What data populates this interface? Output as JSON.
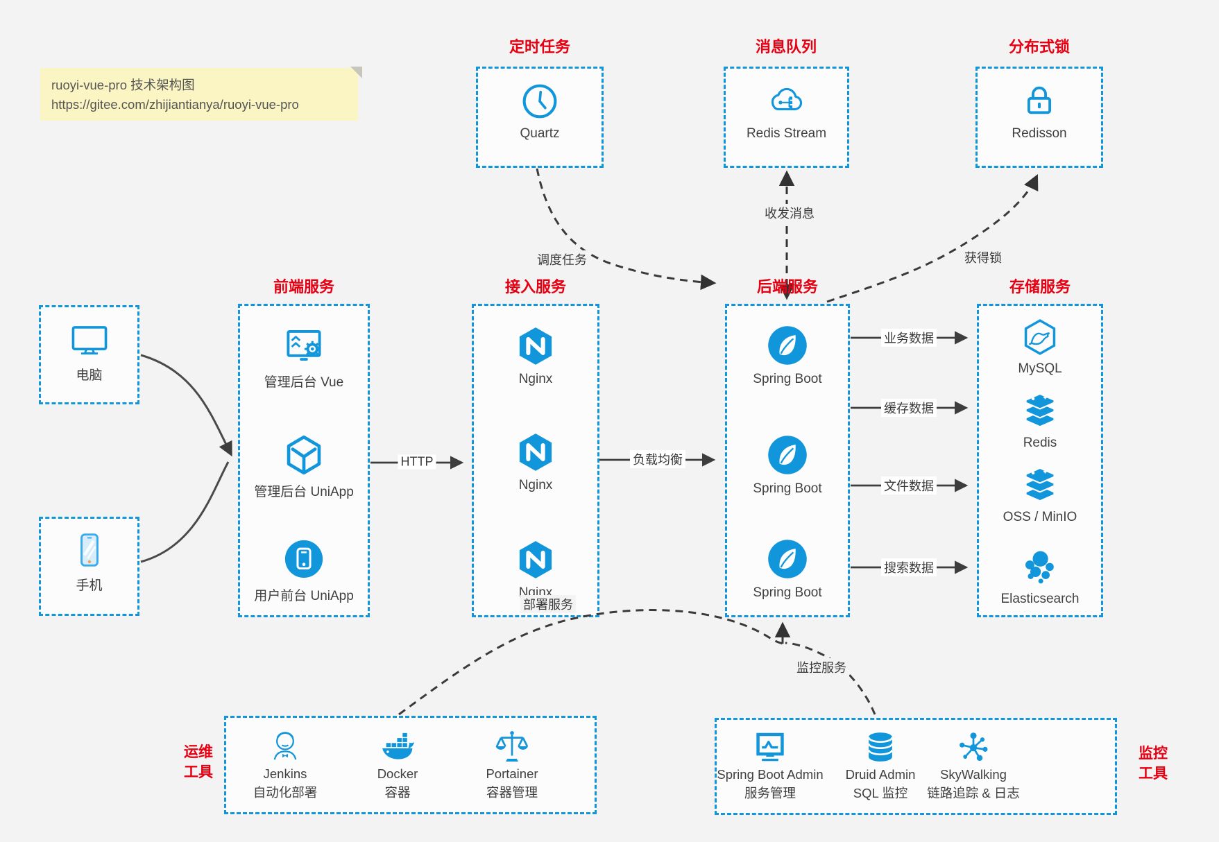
{
  "note": {
    "line1": "ruoyi-vue-pro 技术架构图",
    "line2": "https://gitee.com/zhijiantianya/ruoyi-vue-pro"
  },
  "colors": {
    "accent_blue": "#1296db",
    "title_red": "#e60012",
    "arrow_dark": "#3d3d3d",
    "note_yellow": "#faf5c2",
    "page_bg": "#f3f3f4"
  },
  "top_groups": [
    {
      "title": "定时任务",
      "item": {
        "icon": "clock-icon",
        "label": "Quartz"
      }
    },
    {
      "title": "消息队列",
      "item": {
        "icon": "message-cloud-icon",
        "label": "Redis Stream"
      }
    },
    {
      "title": "分布式锁",
      "item": {
        "icon": "padlock-icon",
        "label": "Redisson"
      }
    }
  ],
  "devices": [
    {
      "icon": "computer-icon",
      "label": "电脑"
    },
    {
      "icon": "phone-icon",
      "label": "手机"
    }
  ],
  "columns": [
    {
      "title": "前端服务",
      "items": [
        {
          "icon": "admin-vue-icon",
          "label": "管理后台 Vue"
        },
        {
          "icon": "uniapp-cube-icon",
          "label": "管理后台 UniApp"
        },
        {
          "icon": "user-uniapp-icon",
          "label": "用户前台 UniApp"
        }
      ]
    },
    {
      "title": "接入服务",
      "items": [
        {
          "icon": "nginx-icon",
          "label": "Nginx"
        },
        {
          "icon": "nginx-icon",
          "label": "Nginx"
        },
        {
          "icon": "nginx-icon",
          "label": "Nginx"
        }
      ]
    },
    {
      "title": "后端服务",
      "items": [
        {
          "icon": "spring-boot-icon",
          "label": "Spring Boot"
        },
        {
          "icon": "spring-boot-icon",
          "label": "Spring Boot"
        },
        {
          "icon": "spring-boot-icon",
          "label": "Spring Boot"
        }
      ]
    },
    {
      "title": "存储服务",
      "items": [
        {
          "icon": "mysql-icon",
          "label": "MySQL"
        },
        {
          "icon": "redis-icon",
          "label": "Redis"
        },
        {
          "icon": "oss-minio-icon",
          "label": "OSS / MinIO"
        },
        {
          "icon": "elasticsearch-icon",
          "label": "Elasticsearch"
        }
      ]
    }
  ],
  "bottom_groups": [
    {
      "side_title": {
        "line1": "运维",
        "line2": "工具"
      },
      "items": [
        {
          "icon": "jenkins-icon",
          "label": "Jenkins",
          "sublabel": "自动化部署"
        },
        {
          "icon": "docker-icon",
          "label": "Docker",
          "sublabel": "容器"
        },
        {
          "icon": "portainer-icon",
          "label": "Portainer",
          "sublabel": "容器管理"
        }
      ]
    },
    {
      "side_title": {
        "line1": "监控",
        "line2": "工具"
      },
      "items": [
        {
          "icon": "spring-boot-admin-icon",
          "label": "Spring Boot Admin",
          "sublabel": "服务管理"
        },
        {
          "icon": "druid-icon",
          "label": "Druid Admin",
          "sublabel": "SQL 监控"
        },
        {
          "icon": "skywalking-icon",
          "label": "SkyWalking",
          "sublabel": "链路追踪 & 日志"
        }
      ]
    }
  ],
  "edges": {
    "http": "HTTP",
    "load_balance": "负载均衡",
    "business_data": "业务数据",
    "cache_data": "缓存数据",
    "file_data": "文件数据",
    "search_data": "搜索数据",
    "schedule_task": "调度任务",
    "send_receive_message": "收发消息",
    "acquire_lock": "获得锁",
    "deploy_service": "部署服务",
    "monitor_service": "监控服务"
  }
}
